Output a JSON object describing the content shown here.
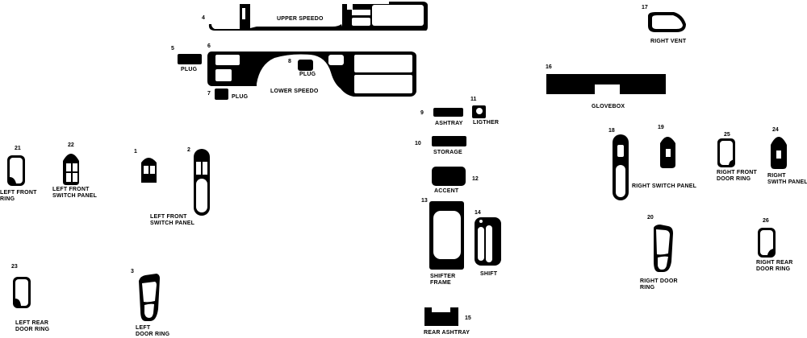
{
  "diagram": {
    "type": "dash-kit-parts-layout",
    "ink_color": "#000000",
    "background": "#ffffff",
    "parts": [
      {
        "num": "1",
        "label": ""
      },
      {
        "num": "2",
        "label": "LEFT FRONT\nSWITCH PANEL"
      },
      {
        "num": "3",
        "label": "LEFT\nDOOR RING"
      },
      {
        "num": "4",
        "label": "UPPER SPEEDO"
      },
      {
        "num": "5",
        "label": "PLUG"
      },
      {
        "num": "6",
        "label": "LOWER SPEEDO"
      },
      {
        "num": "7",
        "label": "PLUG"
      },
      {
        "num": "8",
        "label": "PLUG"
      },
      {
        "num": "9",
        "label": "ASHTRAY"
      },
      {
        "num": "10",
        "label": "STORAGE"
      },
      {
        "num": "11",
        "label": "LIGTHER"
      },
      {
        "num": "12",
        "label": "ACCENT"
      },
      {
        "num": "13",
        "label": "SHIFTER\nFRAME"
      },
      {
        "num": "14",
        "label": "SHIFT"
      },
      {
        "num": "15",
        "label": "REAR ASHTRAY"
      },
      {
        "num": "16",
        "label": "GLOVEBOX"
      },
      {
        "num": "17",
        "label": "RIGHT VENT"
      },
      {
        "num": "18",
        "label": "RIGHT SWITCH PANEL"
      },
      {
        "num": "19",
        "label": ""
      },
      {
        "num": "20",
        "label": "RIGHT DOOR\nRING"
      },
      {
        "num": "21",
        "label": "LEFT FRONT\nRING"
      },
      {
        "num": "22",
        "label": "LEFT FRONT\nSWITCH PANEL"
      },
      {
        "num": "23",
        "label": "LEFT REAR\nDOOR RING"
      },
      {
        "num": "24",
        "label": "RIGHT\nSWITH PANEL"
      },
      {
        "num": "25",
        "label": "RIGHT FRONT\nDOOR RING"
      },
      {
        "num": "26",
        "label": "RIGHT REAR\nDOOR RING"
      }
    ]
  }
}
